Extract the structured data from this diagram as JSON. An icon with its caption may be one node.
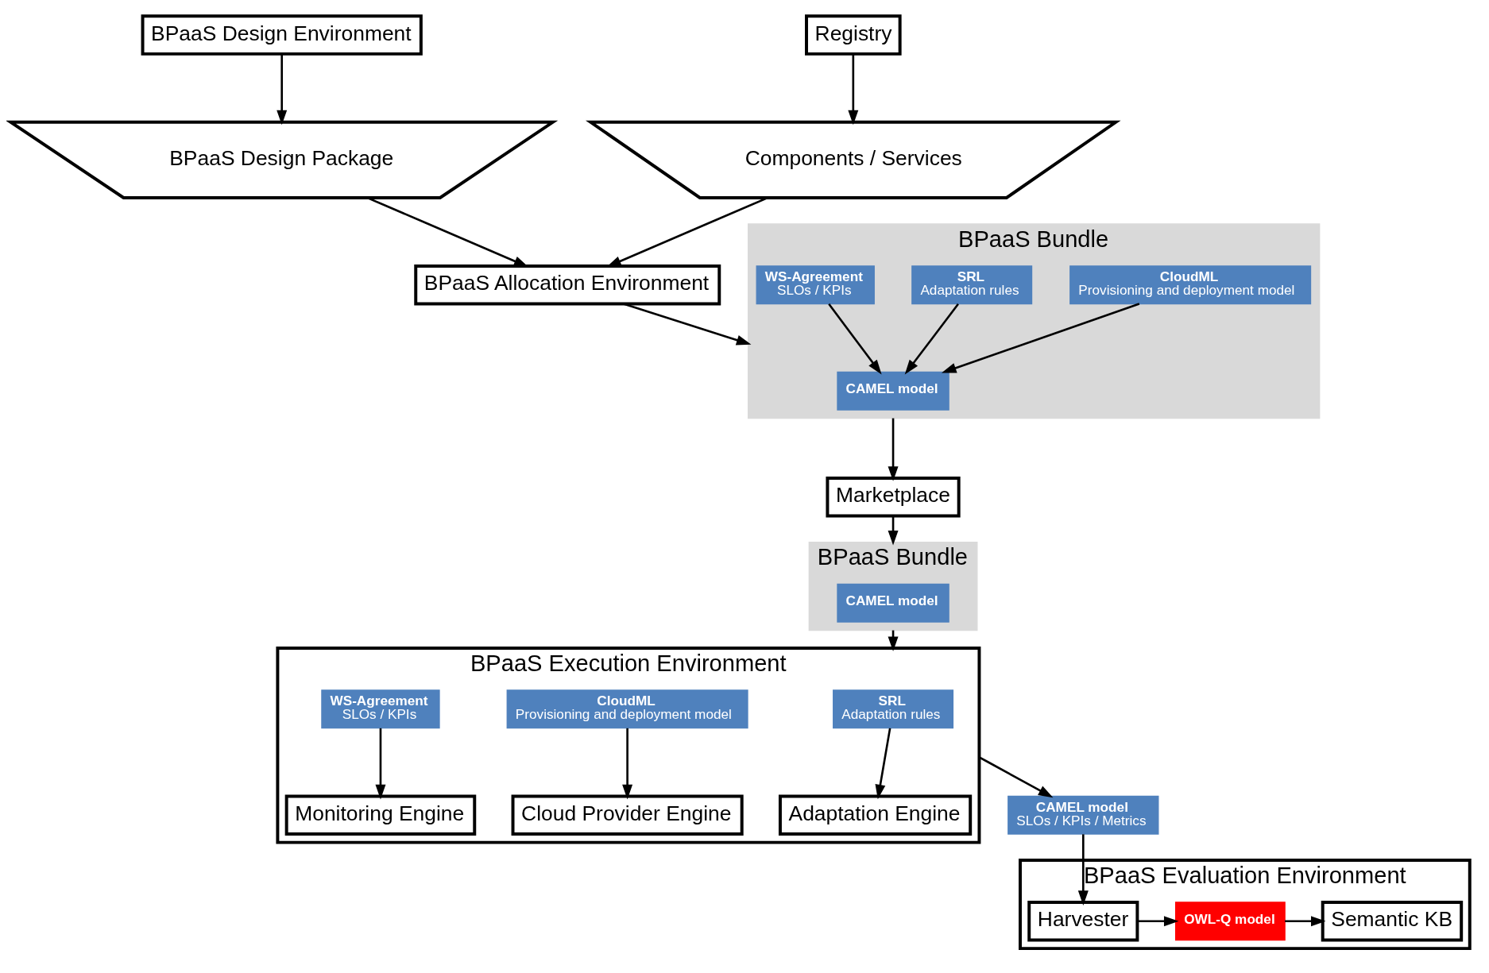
{
  "diagram": {
    "nodes": [
      {
        "text": [
          "BPaaS Design Environment"
        ]
      },
      {
        "text": [
          "Registry"
        ]
      },
      {
        "text": [
          "BPaaS Evaluation Environment"
        ]
      },
      {
        "text": [
          "Semantic KB"
        ],
        "in": 2
      },
      {
        "text": [
          "OWL-Q model"
        ],
        "in": 2
      },
      {
        "text": [
          "Harvester"
        ],
        "in": 2
      },
      {
        "text": [
          "BPaaS Design Package"
        ]
      },
      {
        "text": [
          "BPaaS Allocation Environment"
        ]
      },
      {
        "text": [
          "Components / Services"
        ]
      },
      {
        "text": [
          "CAMEL model",
          "SLOs / KPIs / Metrics"
        ]
      },
      {
        "text": [
          "BPaaS Bundle"
        ]
      },
      {
        "text": [
          "CloudML",
          "Provisioning and deployment model"
        ],
        "in": 10
      },
      {
        "text": [
          "SRL",
          "Adaptation rules"
        ],
        "in": 10
      },
      {
        "text": [
          "WS-Agreement",
          "SLOs / KPIs"
        ],
        "in": 10
      },
      {
        "text": [
          "CAMEL model"
        ],
        "in": 10
      },
      {
        "text": [
          "BPaaS Execution Environment"
        ]
      },
      {
        "text": [
          "Cloud Provider Engine"
        ],
        "in": 15
      },
      {
        "text": [
          "Monitoring Engine"
        ],
        "in": 15
      },
      {
        "text": [
          "CloudML",
          "Provisioning and deployment model"
        ],
        "in": 15
      },
      {
        "text": [
          "WS-Agreement",
          "SLOs / KPIs"
        ],
        "in": 15
      },
      {
        "text": [
          "Adaptation Engine"
        ],
        "in": 15
      },
      {
        "text": [
          "SRL",
          "Adaptation rules"
        ],
        "in": 15
      },
      {
        "text": [
          "Marketplace"
        ]
      },
      {
        "text": [
          "BPaaS Bundle"
        ]
      },
      {
        "text": [
          "CAMEL model"
        ],
        "in": 23
      }
    ],
    "edges": [
      {
        "from": 0,
        "to": 6,
        "arrow": "to"
      },
      {
        "from": 1,
        "to": 8,
        "arrow": "to"
      },
      {
        "from": 6,
        "to": 7,
        "arrow": "to"
      },
      {
        "from": 8,
        "to": 7,
        "arrow": "to"
      },
      {
        "from": 7,
        "to": 10,
        "arrow": "to"
      },
      {
        "from": 5,
        "to": 4,
        "arrow": "to"
      },
      {
        "from": 4,
        "to": 3,
        "arrow": "to"
      },
      {
        "from": 9,
        "to": 5,
        "arrow": "to"
      },
      {
        "from": 15,
        "to": 9,
        "arrow": "to"
      },
      {
        "from": 11,
        "to": 14,
        "arrow": "to"
      },
      {
        "from": 12,
        "to": 14,
        "arrow": "to"
      },
      {
        "from": 13,
        "to": 14,
        "arrow": "to"
      },
      {
        "from": 10,
        "to": 22,
        "arrow": "to"
      },
      {
        "from": 22,
        "to": 23,
        "arrow": "to"
      },
      {
        "from": 23,
        "to": 15,
        "arrow": "to"
      },
      {
        "from": 18,
        "to": 16,
        "arrow": "to"
      },
      {
        "from": 19,
        "to": 17,
        "arrow": "to"
      },
      {
        "from": 21,
        "to": 20,
        "arrow": "to"
      }
    ]
  }
}
